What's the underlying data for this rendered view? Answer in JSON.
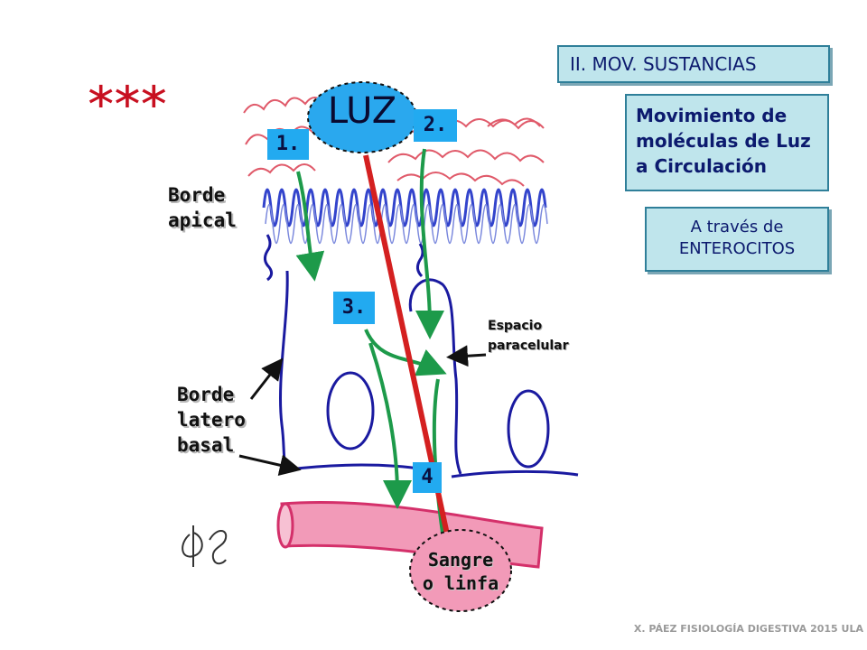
{
  "section_tag": "II. MOV. SUSTANCIAS",
  "description": "Movimiento de\nmoléculas de Luz\na Circulación",
  "route": "A través de\nENTEROCITOS",
  "stars": "***",
  "lumen_label": "LUZ",
  "steps": [
    "1.",
    "2.",
    "3.",
    "4"
  ],
  "labels": {
    "apical_border": "Borde\napical",
    "paracellular_space": "Espacio\nparacelular",
    "basolateral_border": "Borde\nlatero\nbasal"
  },
  "blood_label": "Sangre\no linfa",
  "footer": "X. PÁEZ   FISIOLOGÍA DIGESTIVA 2015  ULA",
  "colors": {
    "membrane": "#1a1aa0",
    "microvilli": "#3344cc",
    "pathway": "#1d9a4a",
    "direct_route": "#d42020",
    "lumen_fill": "#2aa8ee",
    "blood_fill": "#f29ab8",
    "box_fill": "#bfe5ec"
  }
}
